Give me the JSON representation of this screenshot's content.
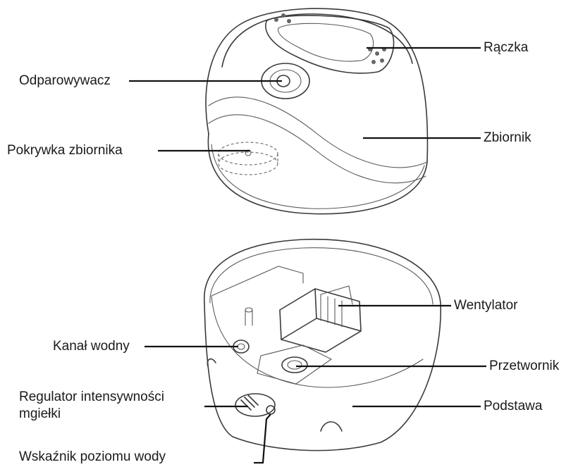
{
  "labels": {
    "raczka": "Rączka",
    "odparowywacz": "Odparowywacz",
    "zbiornik": "Zbiornik",
    "pokrywka": "Pokrywka zbiornika",
    "wentylator": "Wentylator",
    "kanal": "Kanał wodny",
    "przetwornik": "Przetwornik",
    "regulator_line1": "Regulator intensywności",
    "regulator_line2": "mgiełki",
    "podstawa": "Podstawa",
    "wskaznik": "Wskaźnik poziomu wody"
  }
}
